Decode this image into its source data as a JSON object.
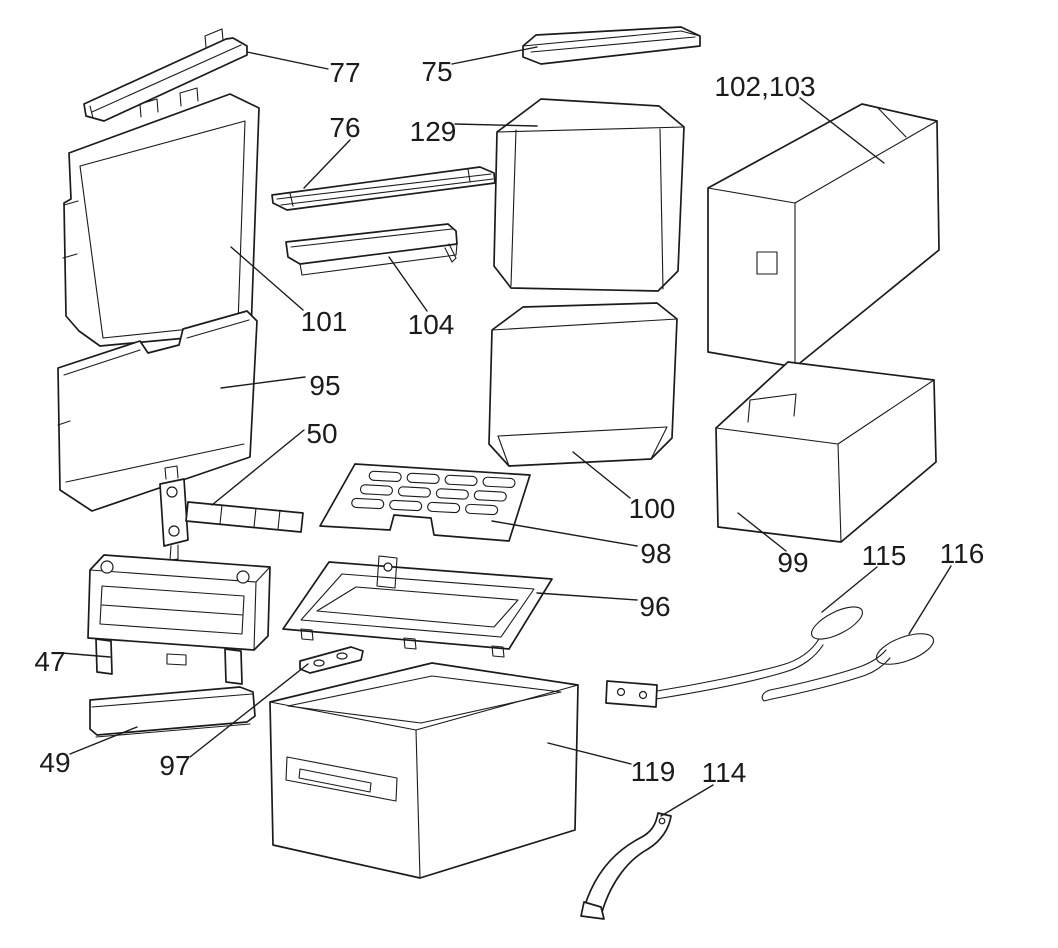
{
  "colors": {
    "background": "#ffffff",
    "line": "#1b1b1b",
    "highlight": "#f70505"
  },
  "highlighted_part": "49",
  "labels": [
    {
      "part": "77",
      "text": "77"
    },
    {
      "part": "75",
      "text": "75"
    },
    {
      "part": "76",
      "text": "76"
    },
    {
      "part": "129",
      "text": "129"
    },
    {
      "part": "102-103",
      "text": "102,103"
    },
    {
      "part": "101",
      "text": "101"
    },
    {
      "part": "104",
      "text": "104"
    },
    {
      "part": "95",
      "text": "95"
    },
    {
      "part": "50",
      "text": "50"
    },
    {
      "part": "100",
      "text": "100"
    },
    {
      "part": "98",
      "text": "98"
    },
    {
      "part": "99",
      "text": "99"
    },
    {
      "part": "115",
      "text": "115"
    },
    {
      "part": "116",
      "text": "116"
    },
    {
      "part": "96",
      "text": "96"
    },
    {
      "part": "47",
      "text": "47"
    },
    {
      "part": "49",
      "text": "49"
    },
    {
      "part": "97",
      "text": "97"
    },
    {
      "part": "119",
      "text": "119"
    },
    {
      "part": "114",
      "text": "114"
    }
  ]
}
